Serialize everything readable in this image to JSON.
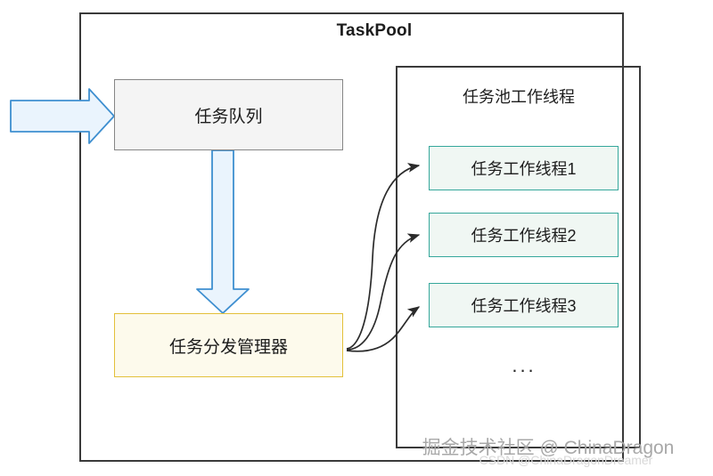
{
  "diagram": {
    "title": "TaskPool",
    "outer_border_color": "#3a3a3a",
    "background": "#ffffff"
  },
  "worker_pool": {
    "title": "任务池工作线程",
    "border_color": "#3a3a3a",
    "ellipsis": "...",
    "workers": [
      {
        "label": "任务工作线程1"
      },
      {
        "label": "任务工作线程2"
      },
      {
        "label": "任务工作线程3"
      }
    ],
    "worker_border_color": "#35a79b",
    "worker_fill_color": "#f0f7f3"
  },
  "task_queue": {
    "label": "任务队列",
    "border_color": "#868686",
    "fill_color": "#f4f4f4"
  },
  "dispatcher": {
    "label": "任务分发管理器",
    "border_color": "#e3c03a",
    "fill_color": "#fdfaec"
  },
  "arrows": {
    "inbound_color": "#3e8fd0",
    "inbound_fill": "#eaf4fd",
    "queue_to_dispatcher_color": "#3e8fd0",
    "queue_to_dispatcher_fill": "#eaf4fd",
    "dispatch_curve_color": "#2b2b2b"
  },
  "watermark": {
    "primary": "掘金技术社区 @ ChinaDragon",
    "secondary": "CSDN @ChinaDragonDreamer"
  }
}
